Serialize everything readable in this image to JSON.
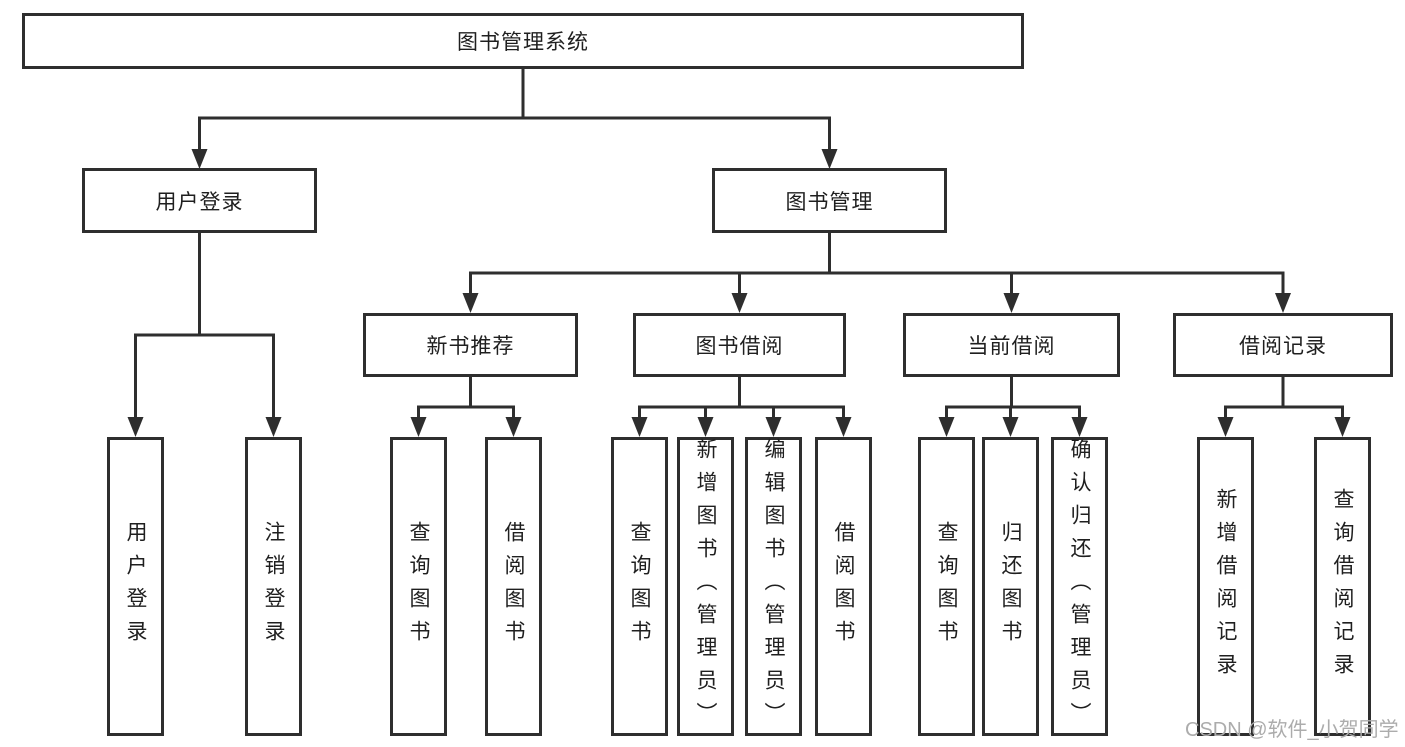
{
  "diagram": {
    "root": {
      "label": "图书管理系统"
    },
    "level2": [
      {
        "label": "用户登录"
      },
      {
        "label": "图书管理"
      }
    ],
    "level3": [
      {
        "label": "新书推荐"
      },
      {
        "label": "图书借阅"
      },
      {
        "label": "当前借阅"
      },
      {
        "label": "借阅记录"
      }
    ],
    "leaves": [
      {
        "label": "用户登录"
      },
      {
        "label": "注销登录"
      },
      {
        "label": "查询图书"
      },
      {
        "label": "借阅图书"
      },
      {
        "label": "查询图书"
      },
      {
        "label": "新增图书（管理员）"
      },
      {
        "label": "编辑图书（管理员）"
      },
      {
        "label": "借阅图书"
      },
      {
        "label": "查询图书"
      },
      {
        "label": "归还图书"
      },
      {
        "label": "确认归还（管理员）"
      },
      {
        "label": "新增借阅记录"
      },
      {
        "label": "查询借阅记录"
      }
    ],
    "colors": {
      "line": "#2e2e2e",
      "text": "#1f1f1f",
      "background": "#ffffff",
      "watermark": "#acacac"
    }
  },
  "watermark": {
    "text": "CSDN @软件_小贺同学"
  }
}
